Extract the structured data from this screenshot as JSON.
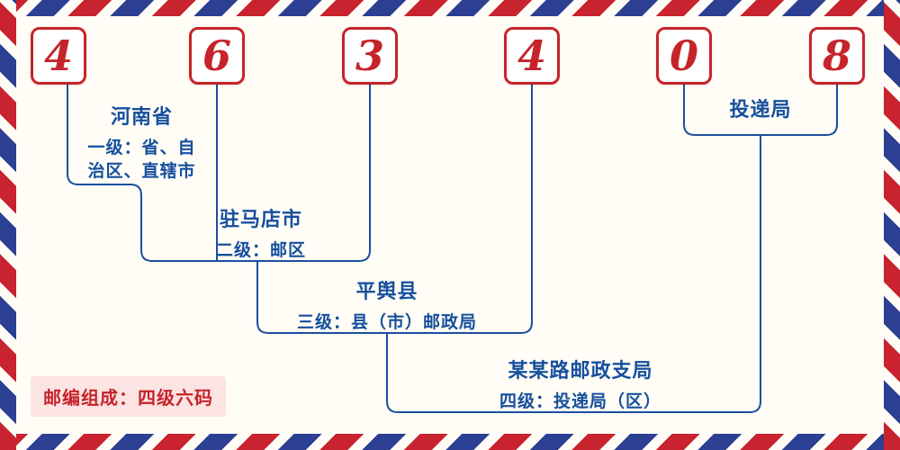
{
  "postal_code": {
    "digits": [
      "4",
      "6",
      "3",
      "4",
      "0",
      "8"
    ]
  },
  "levels": [
    {
      "name": "河南省",
      "desc": "一级：省、自治区、直辖市"
    },
    {
      "name": "驻马店市",
      "desc": "二级：邮区"
    },
    {
      "name": "平舆县",
      "desc": "三级：县（市）邮政局"
    },
    {
      "name": "某某路邮政支局",
      "desc": "四级：投递局（区）"
    },
    {
      "name": "投递局",
      "desc": ""
    }
  ],
  "footer": {
    "composition_note": "邮编组成：四级六码"
  },
  "colors": {
    "digit_red": "#c6242b",
    "line_blue": "#1b4f9e",
    "text_blue": "#164f9d",
    "stripe_red": "#c8232e",
    "stripe_blue": "#2c3f93",
    "background": "#fffdf6"
  }
}
